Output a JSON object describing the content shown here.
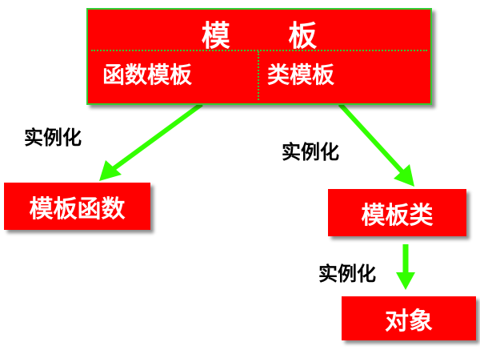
{
  "top": {
    "title": "模 板",
    "left_label": "函数模板",
    "right_label": "类模板"
  },
  "edges": {
    "left_label": "实例化",
    "right_label": "实例化",
    "bottom_label": "实例化"
  },
  "nodes": {
    "template_function": "模板函数",
    "template_class": "模板类",
    "object": "对象"
  },
  "colors": {
    "box_fill": "#ff0000",
    "arrow": "#33ff00",
    "border": "#33cc33",
    "text_on_box": "#ffffff",
    "label_text": "#000000"
  }
}
